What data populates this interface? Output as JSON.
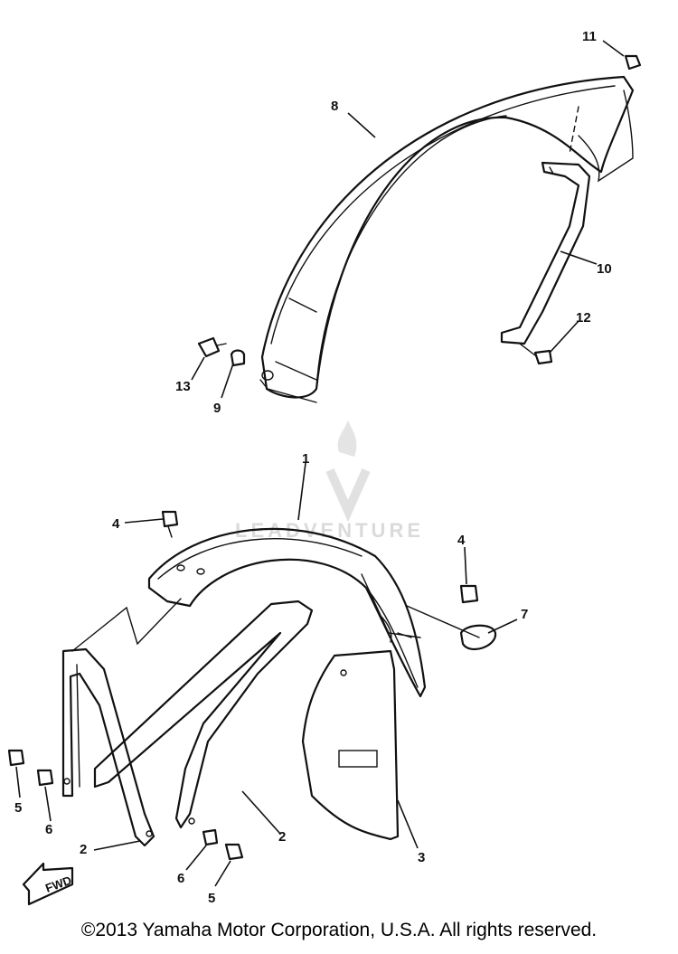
{
  "callouts": {
    "c1": "1",
    "c2a": "2",
    "c2b": "2",
    "c3": "3",
    "c4a": "4",
    "c4b": "4",
    "c5a": "5",
    "c5b": "5",
    "c6a": "6",
    "c6b": "6",
    "c7": "7",
    "c8": "8",
    "c9": "9",
    "c10": "10",
    "c11": "11",
    "c12": "12",
    "c13": "13"
  },
  "fwd_arrow_label": "FWD",
  "watermark_text": "LEADVENTURE",
  "copyright": "©2013 Yamaha Motor Corporation, U.S.A. All rights reserved."
}
